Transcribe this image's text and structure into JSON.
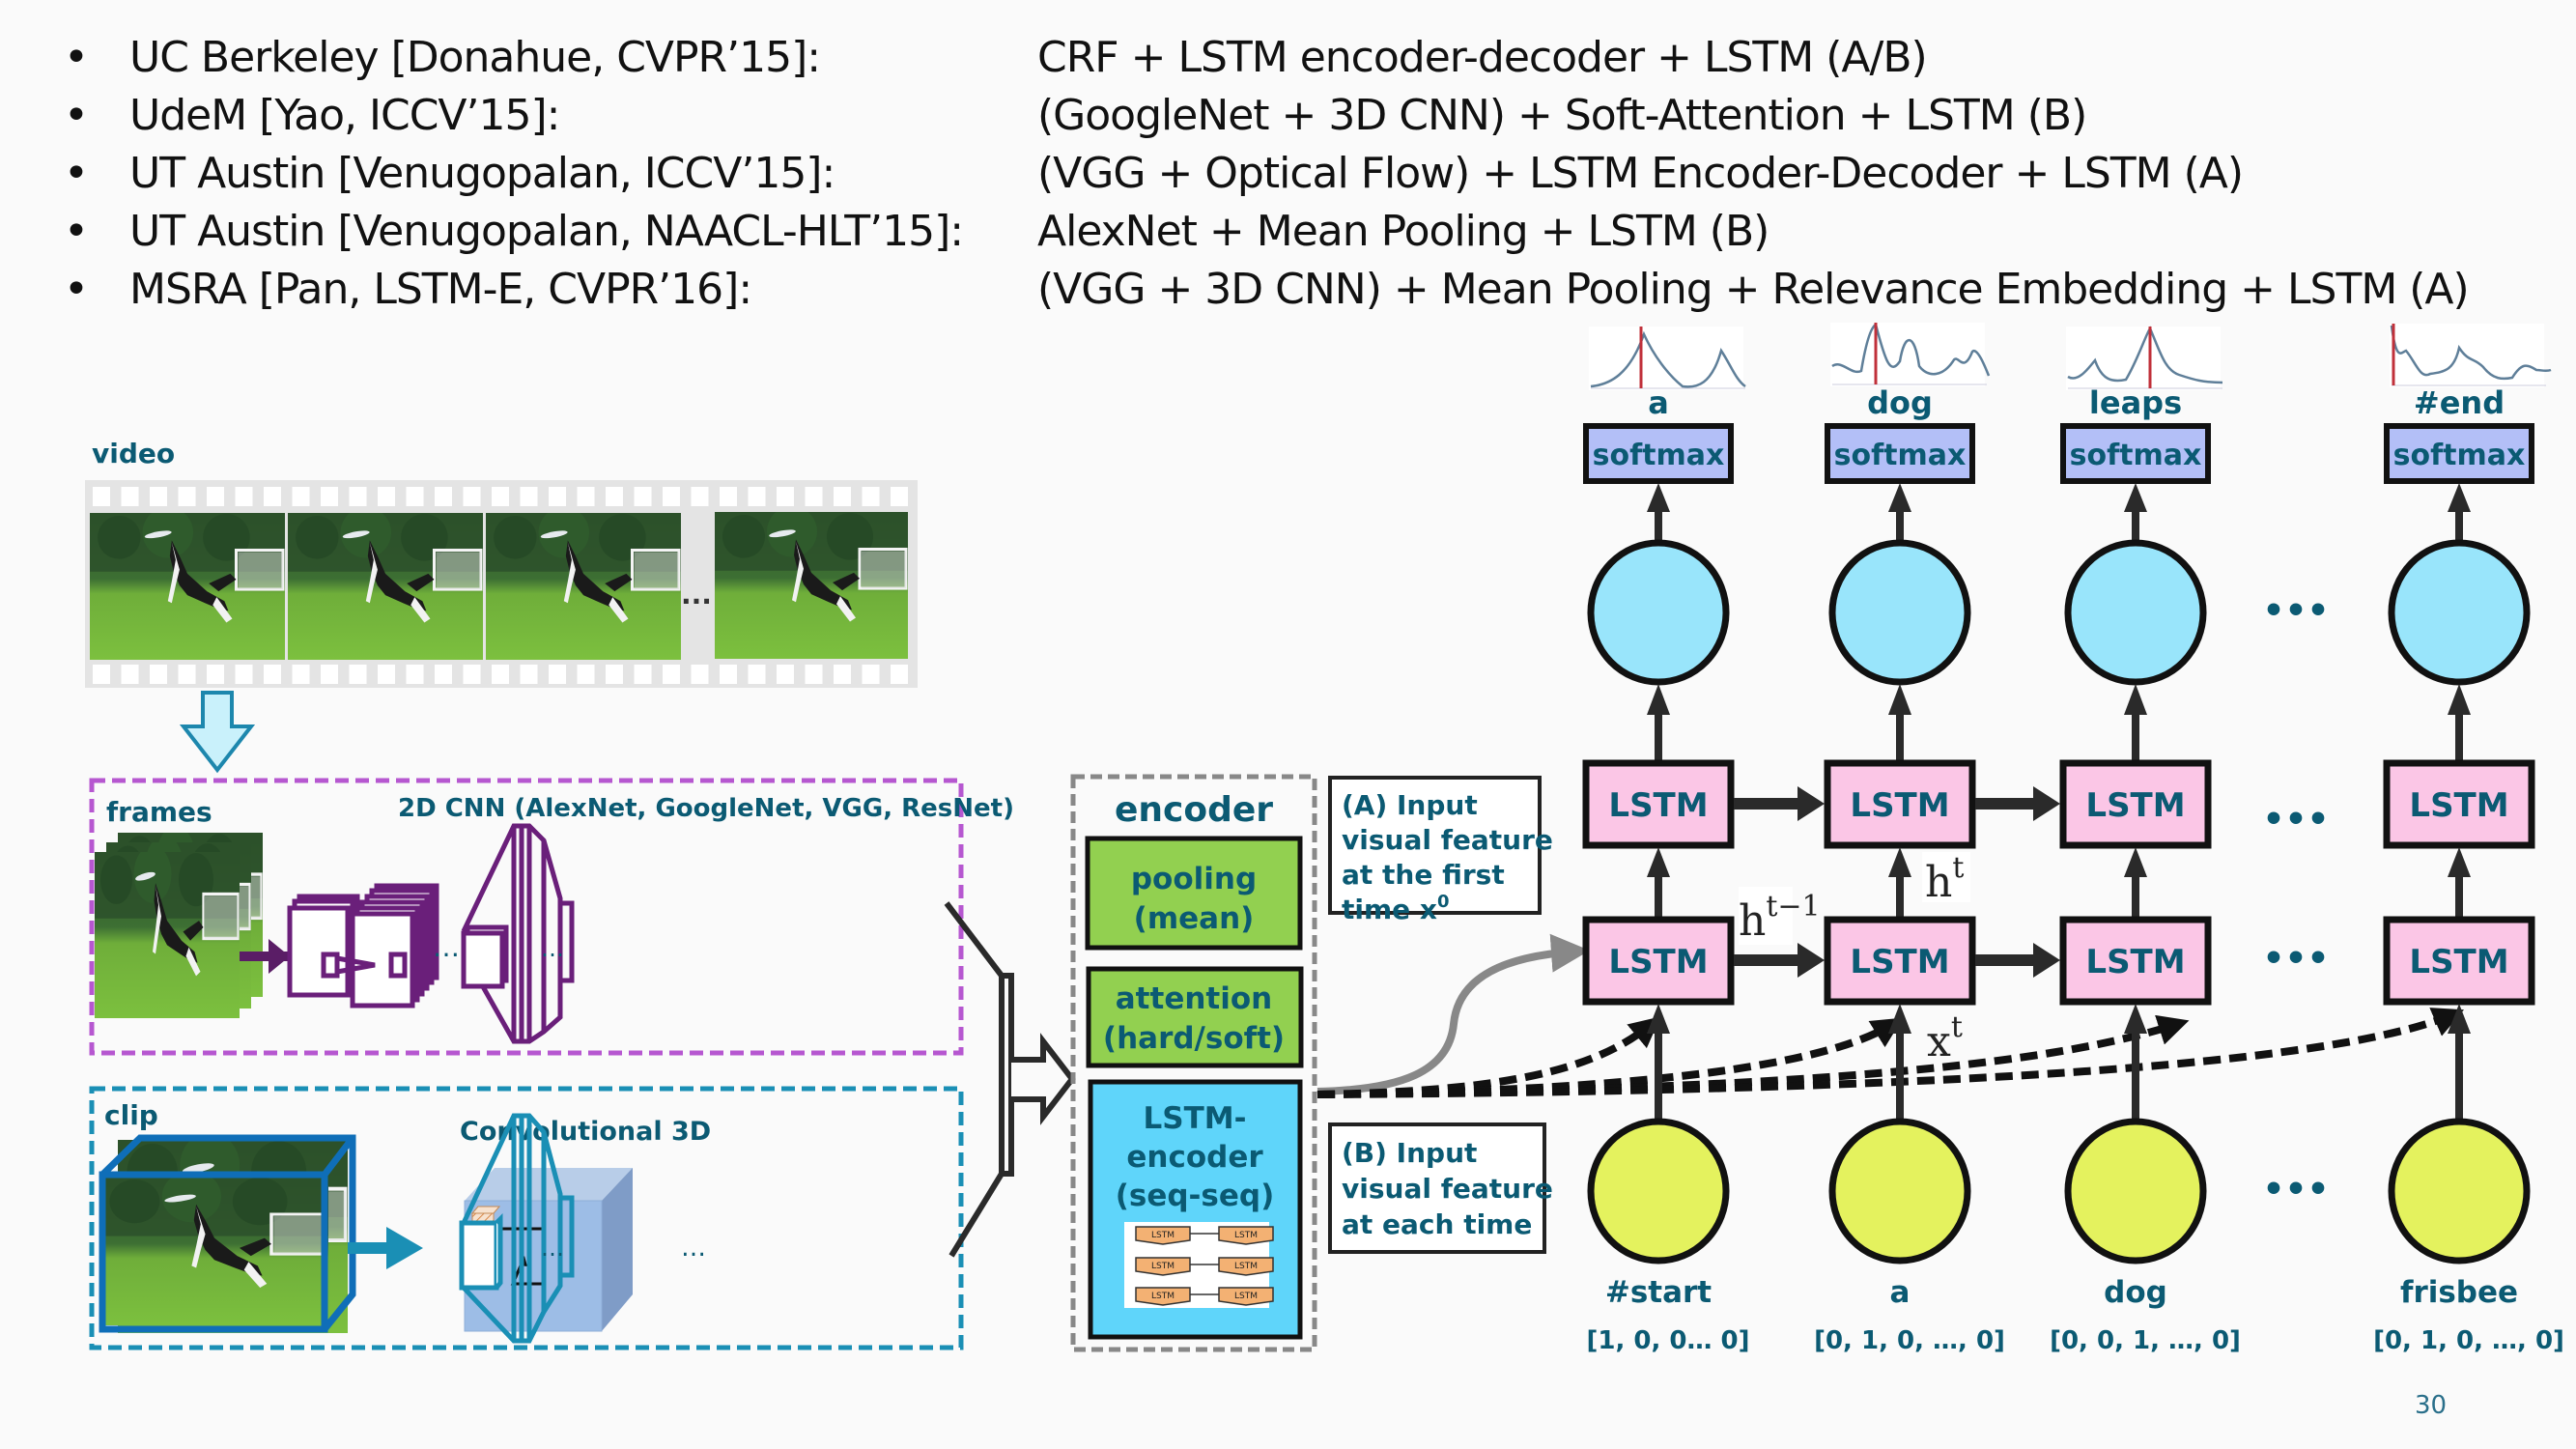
{
  "bullets": [
    {
      "source": "UC Berkeley [Donahue, CVPR’15]:",
      "method": "CRF + LSTM encoder-decoder + LSTM (A/B)"
    },
    {
      "source": "UdeM [Yao, ICCV’15]:",
      "method": "(GoogleNet + 3D CNN) + Soft-Attention + LSTM (B)"
    },
    {
      "source": "UT Austin [Venugopalan, ICCV’15]:",
      "method": "(VGG + Optical Flow) + LSTM Encoder-Decoder + LSTM (A)"
    },
    {
      "source": "UT Austin [Venugopalan, NAACL-HLT’15]:",
      "method": "AlexNet + Mean Pooling + LSTM (B)"
    },
    {
      "source": "MSRA [Pan, LSTM-E, CVPR’16]:",
      "method": "(VGG + 3D CNN) + Mean Pooling + Relevance Embedding + LSTM (A)"
    }
  ],
  "bullet_glyph": "•",
  "video": {
    "label": "video",
    "ellipsis": "..."
  },
  "frames_panel": {
    "label": "frames",
    "title": "2D CNN (AlexNet, GoogleNet, VGG, ResNet)",
    "ellipsis": "…"
  },
  "clip_panel": {
    "label": "clip",
    "title": "Convolutional 3D",
    "ellipsis": "…"
  },
  "encoder": {
    "title": "encoder",
    "pooling": [
      "pooling",
      "(mean)"
    ],
    "attention": [
      "attention",
      "(hard/soft)"
    ],
    "lstm_encoder": [
      "LSTM-",
      "encoder",
      "(seq-seq)"
    ],
    "mini_cell": "LSTM"
  },
  "input_modes": {
    "a": [
      "(A) Input",
      "visual feature",
      "at the first",
      "time x"
    ],
    "a_sup": "0",
    "b": [
      "(B) Input",
      "visual feature",
      "at each time"
    ]
  },
  "decoder": {
    "output_words": [
      "a",
      "dog",
      "leaps",
      "#end"
    ],
    "softmax_label": "softmax",
    "lstm_label": "LSTM",
    "input_words": [
      "#start",
      "a",
      "dog",
      "frisbee"
    ],
    "one_hot": [
      "[1, 0, 0… 0]",
      "[0, 1, 0, …, 0]",
      "[0, 0, 1, …, 0]",
      "[0, 1, 0, …, 0]"
    ],
    "ellipsis": "•••",
    "h_prev": "h",
    "h_prev_sup": "t−1",
    "h_cur": "h",
    "h_cur_sup": "t",
    "x_cur": "x",
    "x_cur_sup": "t"
  },
  "colors": {
    "text_teal": "#0b5a73",
    "softmax_fill": "#b3bff7",
    "hidden_fill": "#99e5fb",
    "lstm_fill": "#fbc6e6",
    "input_fill": "#e4f25e",
    "pool_fill": "#92d050",
    "lstm_enc_fill": "#5fd5fa",
    "purple": "#6a1f7a",
    "purple_dash": "#b657d0",
    "blue": "#1a8fb5",
    "red_marker": "#c0303a"
  },
  "page_number": "30"
}
